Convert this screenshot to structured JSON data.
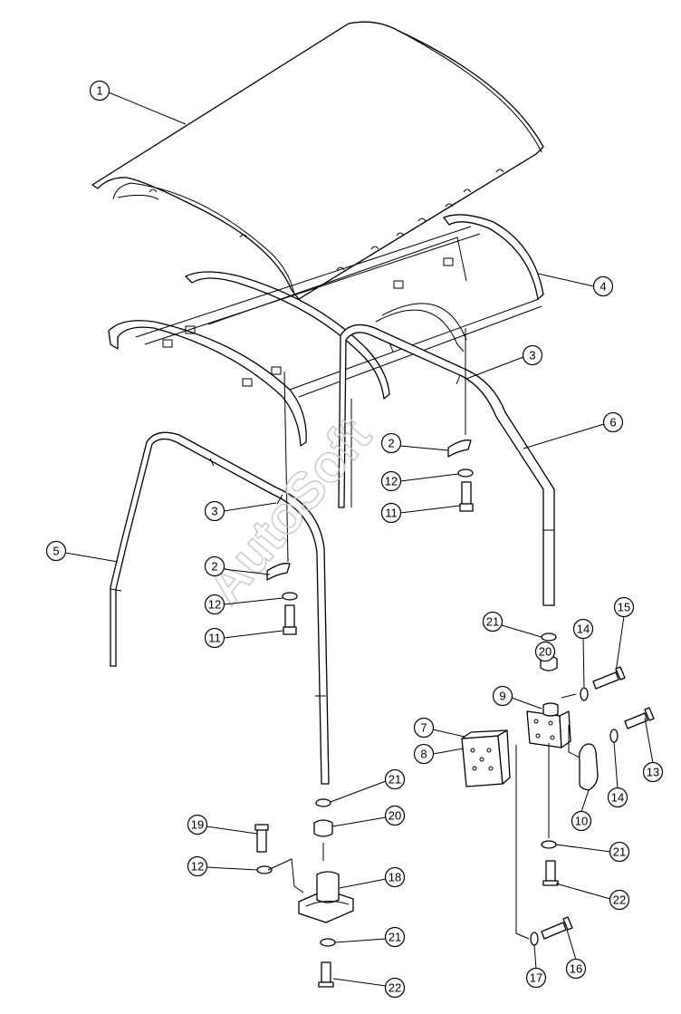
{
  "watermark": "AutoSoft",
  "callouts": [
    {
      "id": "1",
      "label": "1"
    },
    {
      "id": "2a",
      "label": "2"
    },
    {
      "id": "2b",
      "label": "2"
    },
    {
      "id": "3a",
      "label": "3"
    },
    {
      "id": "3b",
      "label": "3"
    },
    {
      "id": "4",
      "label": "4"
    },
    {
      "id": "5",
      "label": "5"
    },
    {
      "id": "6",
      "label": "6"
    },
    {
      "id": "7",
      "label": "7"
    },
    {
      "id": "8",
      "label": "8"
    },
    {
      "id": "9",
      "label": "9"
    },
    {
      "id": "10",
      "label": "10"
    },
    {
      "id": "11a",
      "label": "11"
    },
    {
      "id": "11b",
      "label": "11"
    },
    {
      "id": "12a",
      "label": "12"
    },
    {
      "id": "12b",
      "label": "12"
    },
    {
      "id": "12c",
      "label": "12"
    },
    {
      "id": "13",
      "label": "13"
    },
    {
      "id": "14a",
      "label": "14"
    },
    {
      "id": "14b",
      "label": "14"
    },
    {
      "id": "15",
      "label": "15"
    },
    {
      "id": "16",
      "label": "16"
    },
    {
      "id": "17",
      "label": "17"
    },
    {
      "id": "18",
      "label": "18"
    },
    {
      "id": "19",
      "label": "19"
    },
    {
      "id": "20a",
      "label": "20"
    },
    {
      "id": "20b",
      "label": "20"
    },
    {
      "id": "21a",
      "label": "21"
    },
    {
      "id": "21b",
      "label": "21"
    },
    {
      "id": "21c",
      "label": "21"
    },
    {
      "id": "21d",
      "label": "21"
    },
    {
      "id": "22a",
      "label": "22"
    },
    {
      "id": "22b",
      "label": "22"
    }
  ]
}
